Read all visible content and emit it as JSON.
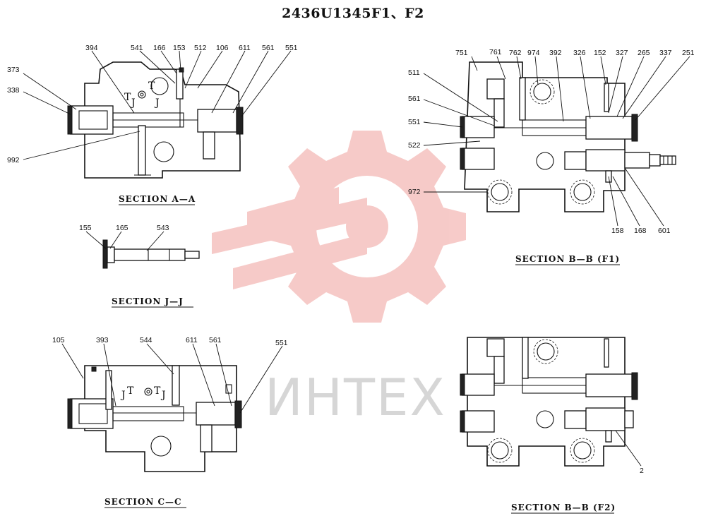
{
  "document": {
    "title": "2436U1345F1、F2",
    "watermark": "ИНТЕХ"
  },
  "sections": [
    {
      "id": "A-A",
      "caption": "SECTION A—A",
      "labels": [
        "394",
        "541",
        "166",
        "153",
        "512",
        "106",
        "611",
        "561",
        "551",
        "373",
        "338",
        "992"
      ],
      "markers": [
        "T",
        "J",
        "T",
        "J"
      ]
    },
    {
      "id": "J-J",
      "caption": "SECTION J—J",
      "labels": [
        "155",
        "165",
        "543"
      ]
    },
    {
      "id": "C-C",
      "caption": "SECTION C—C",
      "labels": [
        "105",
        "393",
        "544",
        "611",
        "561",
        "551"
      ],
      "markers": [
        "J",
        "T",
        "T",
        "J"
      ]
    },
    {
      "id": "B-B-F1",
      "caption": "SECTION B—B (F1)",
      "labels": [
        "751",
        "761",
        "762",
        "974",
        "392",
        "326",
        "152",
        "327",
        "265",
        "337",
        "251",
        "511",
        "561",
        "551",
        "522",
        "972",
        "158",
        "168",
        "601"
      ]
    },
    {
      "id": "B-B-F2",
      "caption": "SECTION B—B (F2)",
      "labels": [
        "2"
      ]
    }
  ]
}
